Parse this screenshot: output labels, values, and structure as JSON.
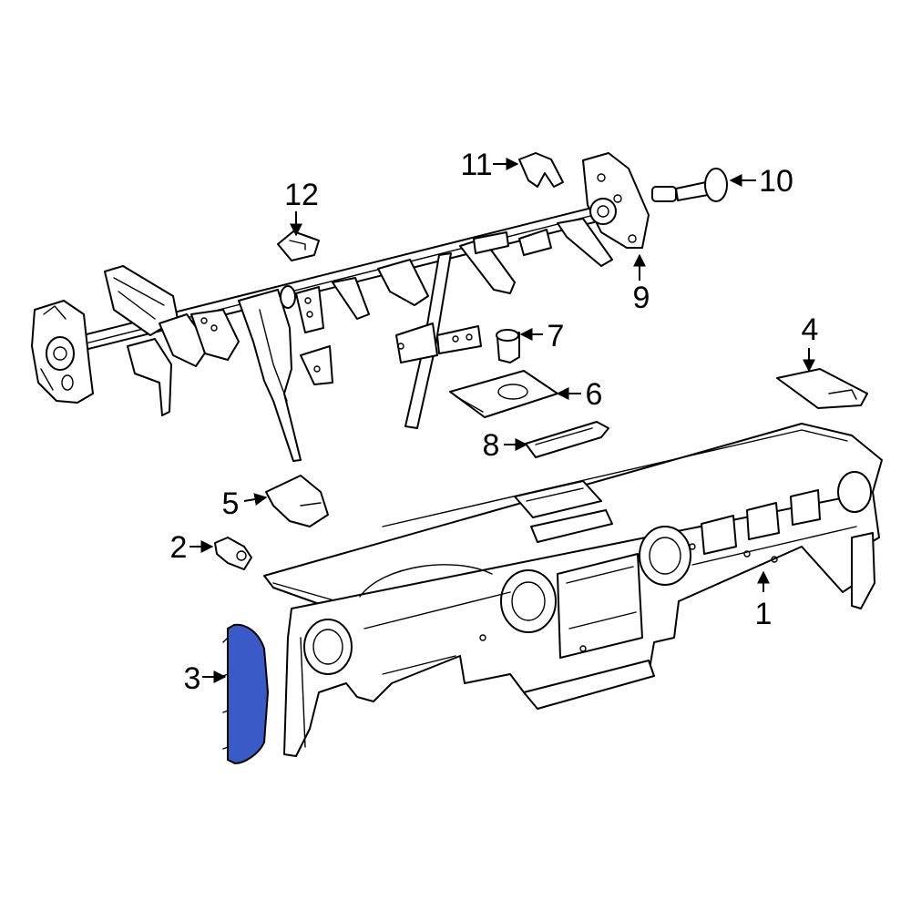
{
  "diagram": {
    "highlight_color": "#3A5BC7",
    "line_color": "#000000",
    "background": "#ffffff",
    "callouts": [
      {
        "id": "c1",
        "label": "1"
      },
      {
        "id": "c2",
        "label": "2"
      },
      {
        "id": "c3",
        "label": "3"
      },
      {
        "id": "c4",
        "label": "4"
      },
      {
        "id": "c5",
        "label": "5"
      },
      {
        "id": "c6",
        "label": "6"
      },
      {
        "id": "c7",
        "label": "7"
      },
      {
        "id": "c8",
        "label": "8"
      },
      {
        "id": "c9",
        "label": "9"
      },
      {
        "id": "c10",
        "label": "10"
      },
      {
        "id": "c11",
        "label": "11"
      },
      {
        "id": "c12",
        "label": "12"
      }
    ]
  }
}
